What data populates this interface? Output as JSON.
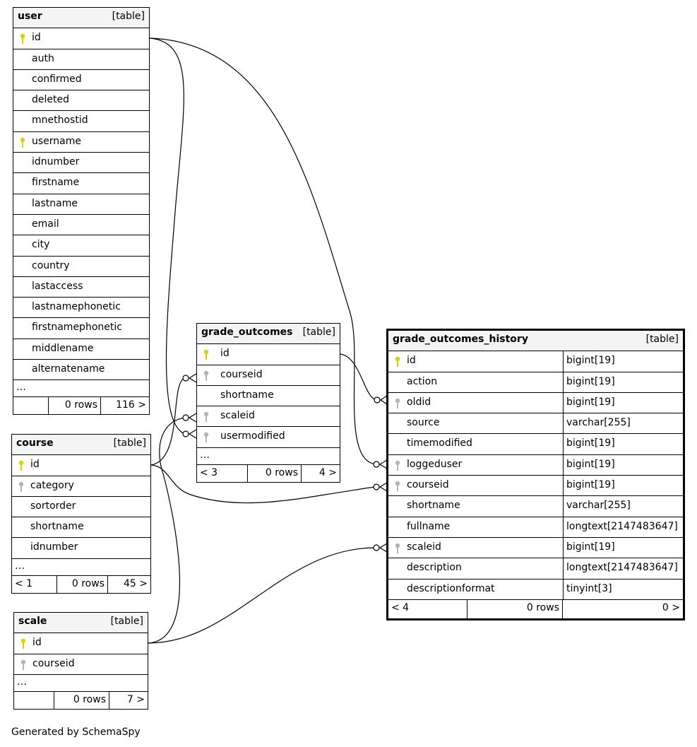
{
  "footer": "Generated by SchemaSpy",
  "icons": {
    "primary_key": "key-icon-yellow",
    "foreign_key": "key-icon-gray",
    "colors": {
      "pk": "#d4d400",
      "fk": "#b4b4b4"
    }
  },
  "tables": {
    "user": {
      "name": "user",
      "tag": "[table]",
      "columns": [
        "id",
        "auth",
        "confirmed",
        "deleted",
        "mnethostid",
        "username",
        "idnumber",
        "firstname",
        "lastname",
        "email",
        "city",
        "country",
        "lastaccess",
        "lastnamephonetic",
        "firstnamephonetic",
        "middlename",
        "alternatename"
      ],
      "ellipsis": "…",
      "footer": {
        "left": "",
        "mid": "0 rows",
        "right": "116 >"
      }
    },
    "course": {
      "name": "course",
      "tag": "[table]",
      "columns": [
        "id",
        "category",
        "sortorder",
        "shortname",
        "idnumber"
      ],
      "ellipsis": "…",
      "footer": {
        "left": "< 1",
        "mid": "0 rows",
        "right": "45 >"
      }
    },
    "scale": {
      "name": "scale",
      "tag": "[table]",
      "columns": [
        "id",
        "courseid"
      ],
      "ellipsis": "…",
      "footer": {
        "left": "",
        "mid": "0 rows",
        "right": "7 >"
      }
    },
    "grade_outcomes": {
      "name": "grade_outcomes",
      "tag": "[table]",
      "columns": [
        "id",
        "courseid",
        "shortname",
        "scaleid",
        "usermodified"
      ],
      "ellipsis": "…",
      "footer": {
        "left": "< 3",
        "mid": "0 rows",
        "right": "4 >"
      }
    },
    "grade_outcomes_history": {
      "name": "grade_outcomes_history",
      "tag": "[table]",
      "columns": [
        {
          "name": "id",
          "type": "bigint[19]"
        },
        {
          "name": "action",
          "type": "bigint[19]"
        },
        {
          "name": "oldid",
          "type": "bigint[19]"
        },
        {
          "name": "source",
          "type": "varchar[255]"
        },
        {
          "name": "timemodified",
          "type": "bigint[19]"
        },
        {
          "name": "loggeduser",
          "type": "bigint[19]"
        },
        {
          "name": "courseid",
          "type": "bigint[19]"
        },
        {
          "name": "shortname",
          "type": "varchar[255]"
        },
        {
          "name": "fullname",
          "type": "longtext[2147483647]"
        },
        {
          "name": "scaleid",
          "type": "bigint[19]"
        },
        {
          "name": "description",
          "type": "longtext[2147483647]"
        },
        {
          "name": "descriptionformat",
          "type": "tinyint[3]"
        }
      ],
      "footer": {
        "left": "< 4",
        "mid": "0 rows",
        "right": "0 >"
      }
    }
  }
}
